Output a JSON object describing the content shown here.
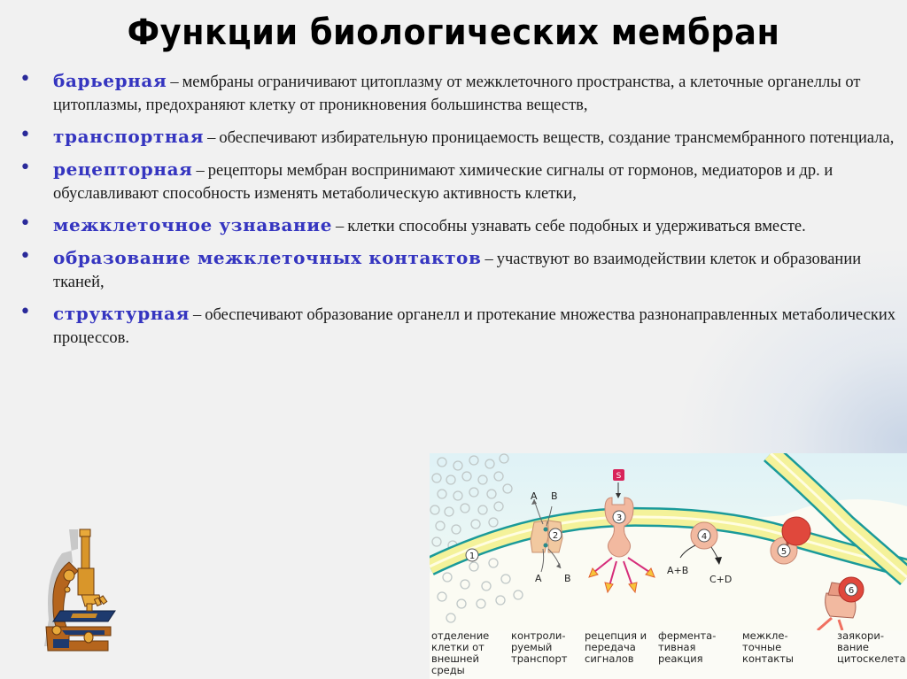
{
  "title": "Функции биологических мембран",
  "functions": [
    {
      "keyword": "барьерная",
      "dash": "–",
      "text": "мембраны ограничивают цитоплазму от  межклеточного пространства, а клеточные органеллы от цитоплазмы, предохраняют клетку от проникновения большинства веществ,"
    },
    {
      "keyword": "транспортная",
      "dash": "–",
      "text": "обеспечивают избирательную проницаемость веществ, создание трансмембранного потенциала,"
    },
    {
      "keyword": "рецепторная",
      "dash": "–",
      "text": "рецепторы мембран воспринимают химические сигналы от гормонов, медиаторов и др. и обуславливают способность изменять метаболическую активность клетки,"
    },
    {
      "keyword": "межклеточное узнавание",
      "dash": "–",
      "text": "клетки способны узнавать себе подобных и удерживаться вместе."
    },
    {
      "keyword": "образование межклеточных контактов",
      "dash": "–",
      "text": "участвуют во взаимодействии клеток и образовании тканей,"
    },
    {
      "keyword": "структурная",
      "dash": "–",
      "text": "обеспечивают образование органелл и протекание множества разнонаправленных метаболических процессов."
    }
  ],
  "diagram": {
    "numbers": [
      "1",
      "2",
      "3",
      "4",
      "5",
      "6"
    ],
    "labels": {
      "a_top": "A",
      "b_top": "B",
      "a_bottom": "A",
      "b_bottom": "B",
      "signal": "S",
      "ab": "A+B",
      "cd": "C+D"
    },
    "captions": [
      {
        "line1": "отделение",
        "line2": "клетки от",
        "line3": "внешней",
        "line4": "среды"
      },
      {
        "line1": "контроли-",
        "line2": "руемый",
        "line3": "транспорт",
        "line4": ""
      },
      {
        "line1": "рецепция и",
        "line2": "передача",
        "line3": "сигналов",
        "line4": ""
      },
      {
        "line1": "фермента-",
        "line2": "тивная",
        "line3": "реакция",
        "line4": ""
      },
      {
        "line1": "межкле-",
        "line2": "точные",
        "line3": "контакты",
        "line4": ""
      },
      {
        "line1": "заякори-",
        "line2": "вание",
        "line3": "цитоскелета",
        "line4": ""
      }
    ],
    "colors": {
      "membrane_edge": "#1a9a9a",
      "membrane_fill": "#f4f29a",
      "protein": "#f2b9a0",
      "protein_red": "#e0483c",
      "signal_box": "#d8245a",
      "arrow_magenta": "#d62d7a",
      "arrow_head": "#f7c43a",
      "cytoskeleton": "#f07060"
    }
  },
  "colors": {
    "keyword": "#3535c0",
    "background": "#f1f1f1"
  }
}
